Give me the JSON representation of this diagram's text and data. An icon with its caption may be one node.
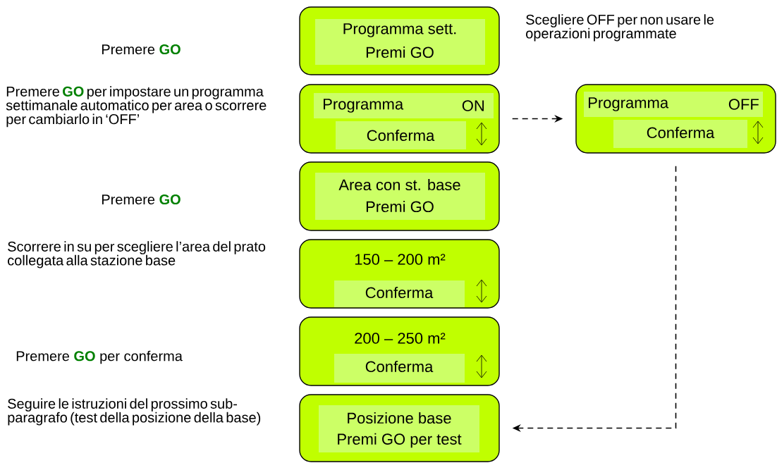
{
  "diagram": {
    "nodes": [
      {
        "text": [
          "Programma sett.",
          "Premi GO"
        ]
      },
      {
        "text": [
          "Programma",
          "ON",
          "Conferma"
        ]
      },
      {
        "text": [
          "Programma",
          "OFF",
          "Conferma"
        ]
      },
      {
        "text": [
          "Area con st. base",
          "Premi GO"
        ]
      },
      {
        "text": [
          "150 – 200 m²",
          "Conferma"
        ]
      },
      {
        "text": [
          "200 – 250 m²",
          "Conferma"
        ]
      },
      {
        "text": [
          "Posizione base",
          "Premi GO per test"
        ]
      }
    ],
    "edges": [
      {
        "from": 1,
        "to": 2,
        "arrow": "to",
        "style": "dashed"
      },
      {
        "from": 2,
        "to": 6,
        "arrow": "to",
        "style": "dashed"
      }
    ],
    "labels": [
      "Premere **GO**",
      "Scegliere OFF per non usare le operazioni programmate",
      "Premere **GO** per impostare un programma settimanale automatico per area o scorrere per cambiarlo in ‘OFF’",
      "Premere **GO**",
      "Scorrere in su per scegliere l’area del prato collegata alla stazione base",
      "Premere **GO** per conferma",
      "Seguire le istruzioni del prossimo sub-paragrafo (test della posizione della base)"
    ]
  }
}
